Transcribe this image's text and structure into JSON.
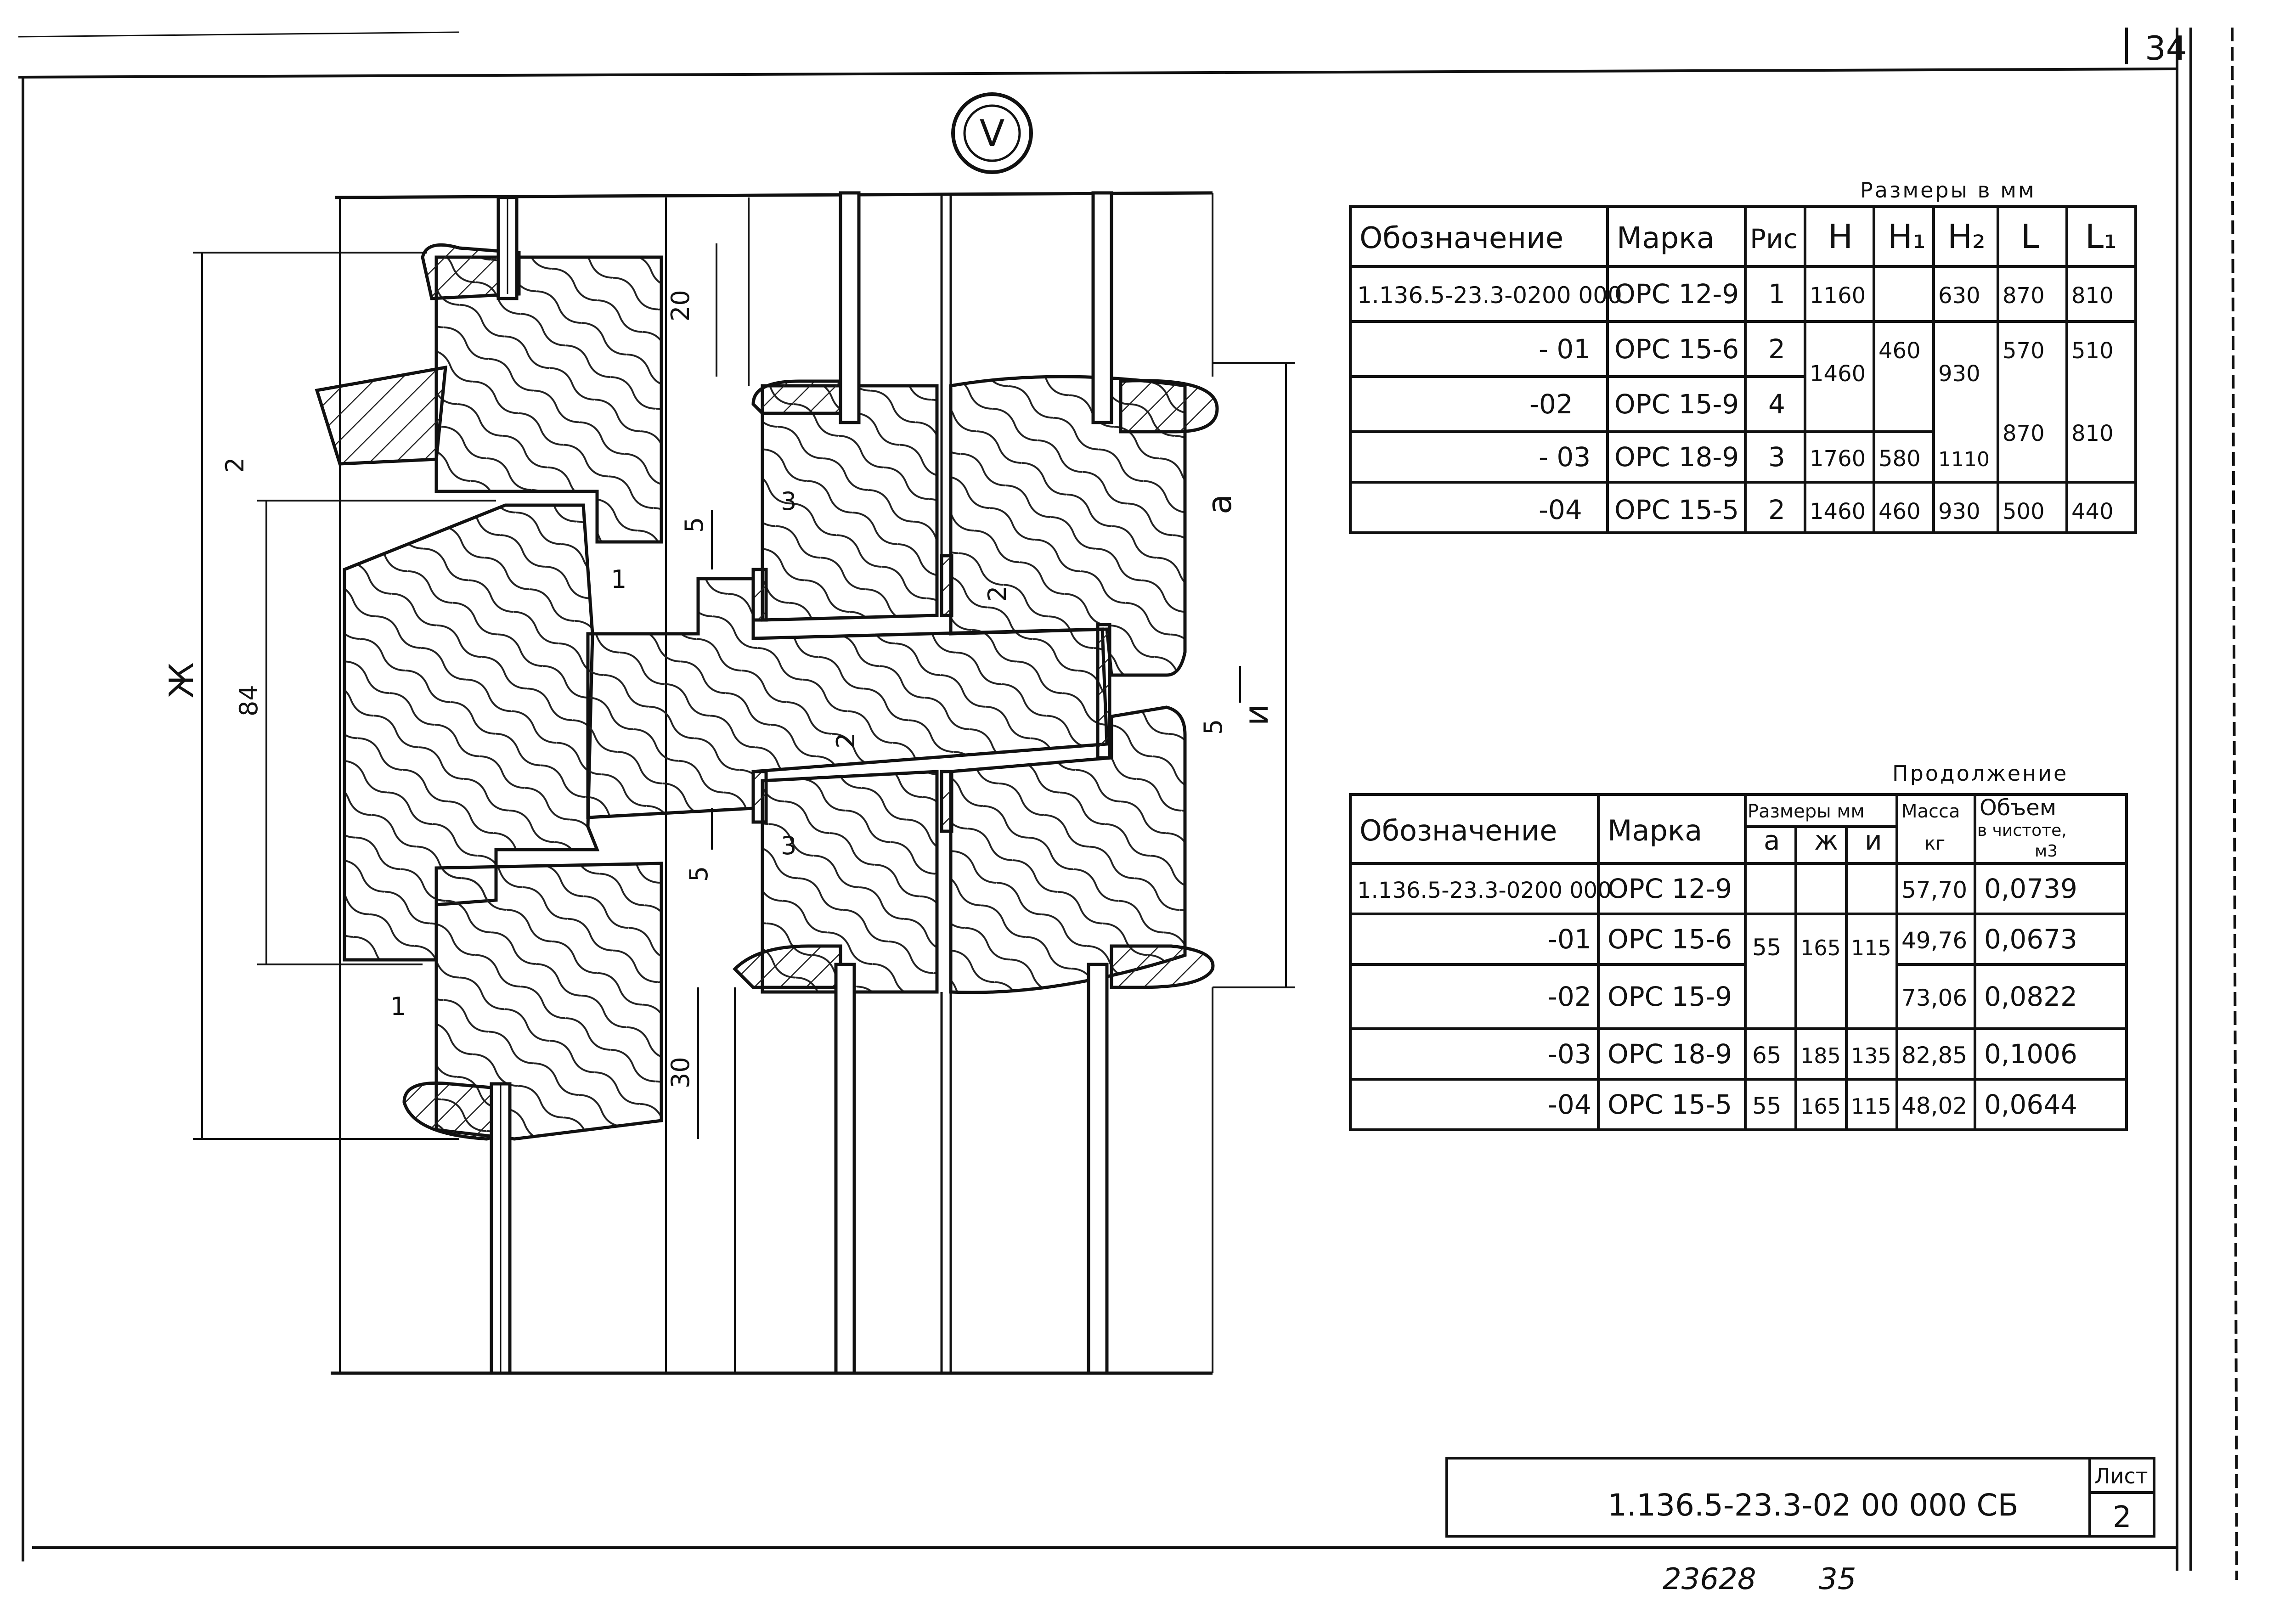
{
  "sheet_number": "34",
  "detail_marker": "V",
  "dimensions": {
    "top_gap": "20",
    "left_gap": "2",
    "joint_gap_a": "5",
    "joint_gap_b": "1",
    "seal_a": "3",
    "seal_b": "2",
    "mid_seal": "2",
    "right_gap": "5",
    "lower_gap": "5",
    "lower_seal": "3",
    "lower_left_gap": "1",
    "bottom_gap": "30",
    "height_84": "84",
    "label_zh": "Ж",
    "label_a": "a",
    "label_i": "и"
  },
  "table1": {
    "caption": "Размеры в мм",
    "headers": [
      "Обозначение",
      "Марка",
      "Рис",
      "H",
      "H₁",
      "H₂",
      "L",
      "L₁"
    ],
    "rows": [
      [
        "1.136.5-23.3-0200 000",
        "ОРС 12-9",
        "1",
        "1160",
        "",
        "630",
        "870",
        "810"
      ],
      [
        "- 01",
        "ОРС 15-6",
        "2",
        "",
        "",
        "",
        "570",
        "510"
      ],
      [
        "-02",
        "ОРС 15-9",
        "4",
        "",
        "",
        "",
        "",
        ""
      ],
      [
        "- 03",
        "ОРС 18-9",
        "3",
        "1760",
        "580",
        "1110",
        "",
        ""
      ],
      [
        "-04",
        "ОРС 15-5",
        "2",
        "1460",
        "460",
        "930",
        "500",
        "440"
      ]
    ],
    "merged": {
      "h_1460": "1460",
      "h1_460": "460",
      "h2_930": "930",
      "l_870": "870",
      "l1_810": "810"
    }
  },
  "table2": {
    "caption": "Продолжение",
    "headers": {
      "designation": "Обозначение",
      "mark": "Марка",
      "sizes": "Размеры мм",
      "a": "a",
      "zh": "ж",
      "i": "и",
      "mass": "Масса",
      "mass_unit": "кг",
      "volume": "Объем",
      "volume_sub": "в чистоте,",
      "volume_unit": "м3"
    },
    "rows": [
      [
        "1.136.5-23.3-0200 000",
        "ОРС 12-9",
        "",
        "",
        "",
        "57,70",
        "0,0739"
      ],
      [
        "-01",
        "ОРС 15-6",
        "",
        "",
        "",
        "49,76",
        "0,0673"
      ],
      [
        "-02",
        "ОРС 15-9",
        "",
        "",
        "",
        "73,06",
        "0,0822"
      ],
      [
        "-03",
        "ОРС 18-9",
        "65",
        "185",
        "135",
        "82,85",
        "0,1006"
      ],
      [
        "-04",
        "ОРС 15-5",
        "55",
        "165",
        "115",
        "48,02",
        "0,0644"
      ]
    ],
    "merged": {
      "a_55": "55",
      "zh_165": "165",
      "i_115": "115"
    }
  },
  "title_block": {
    "code": "1.136.5-23.3-02 00 000 СБ",
    "sheet_label": "Лист",
    "sheet_value": "2"
  },
  "footer": {
    "archive_no": "23628",
    "page_no": "35"
  }
}
